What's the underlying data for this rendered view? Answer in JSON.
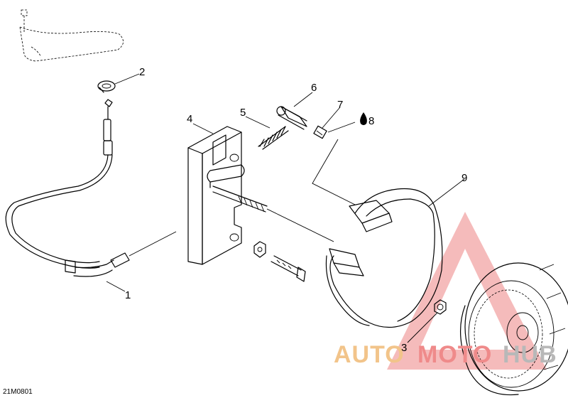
{
  "figure_code": "21M0801",
  "callouts": [
    "1",
    "2",
    "3",
    "4",
    "5",
    "6",
    "7",
    "8",
    "9"
  ],
  "watermark": {
    "part1": "AUTO",
    "part2": "MOTO",
    "part3": "HUB",
    "colors": {
      "auto": "#f2c48a",
      "moto": "#ef8a8a",
      "hub": "#b8b8b8",
      "triangle": "#e85a5a"
    }
  },
  "icons": {
    "lubricant": "oil-drop-icon"
  }
}
